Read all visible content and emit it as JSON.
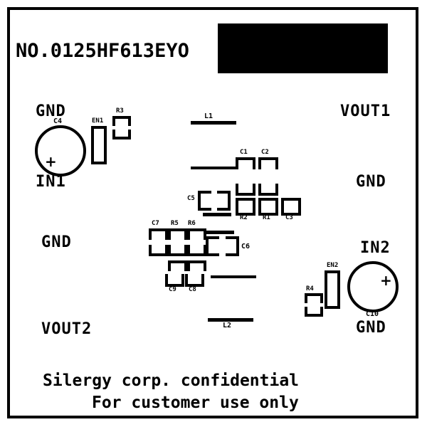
{
  "document": {
    "title_text": "NO.0125HF613EYO",
    "footer_line1": "Silergy corp. confidential",
    "footer_line2": "For customer use only",
    "ink_color": "#000000",
    "background_color": "#ffffff"
  },
  "net_labels": {
    "gnd_top_left": "GND",
    "in1": "IN1",
    "gnd_mid_left": "GND",
    "vout2": "VOUT2",
    "vout1": "VOUT1",
    "gnd_right_upper": "GND",
    "in2": "IN2",
    "gnd_bottom_right": "GND"
  },
  "designators": {
    "c4": "C4",
    "en1": "EN1",
    "r3": "R3",
    "l1": "L1",
    "c1": "C1",
    "c2": "C2",
    "c5": "C5",
    "r2": "R2",
    "r1": "R1",
    "c3": "C3",
    "c7": "C7",
    "r5": "R5",
    "r6": "R6",
    "c6": "C6",
    "c9": "C9",
    "c8": "C8",
    "l2": "L2",
    "en2": "EN2",
    "r4": "R4",
    "c10": "C10"
  },
  "polarity_marks": {
    "c4_plus": "+",
    "c10_plus": "+"
  }
}
